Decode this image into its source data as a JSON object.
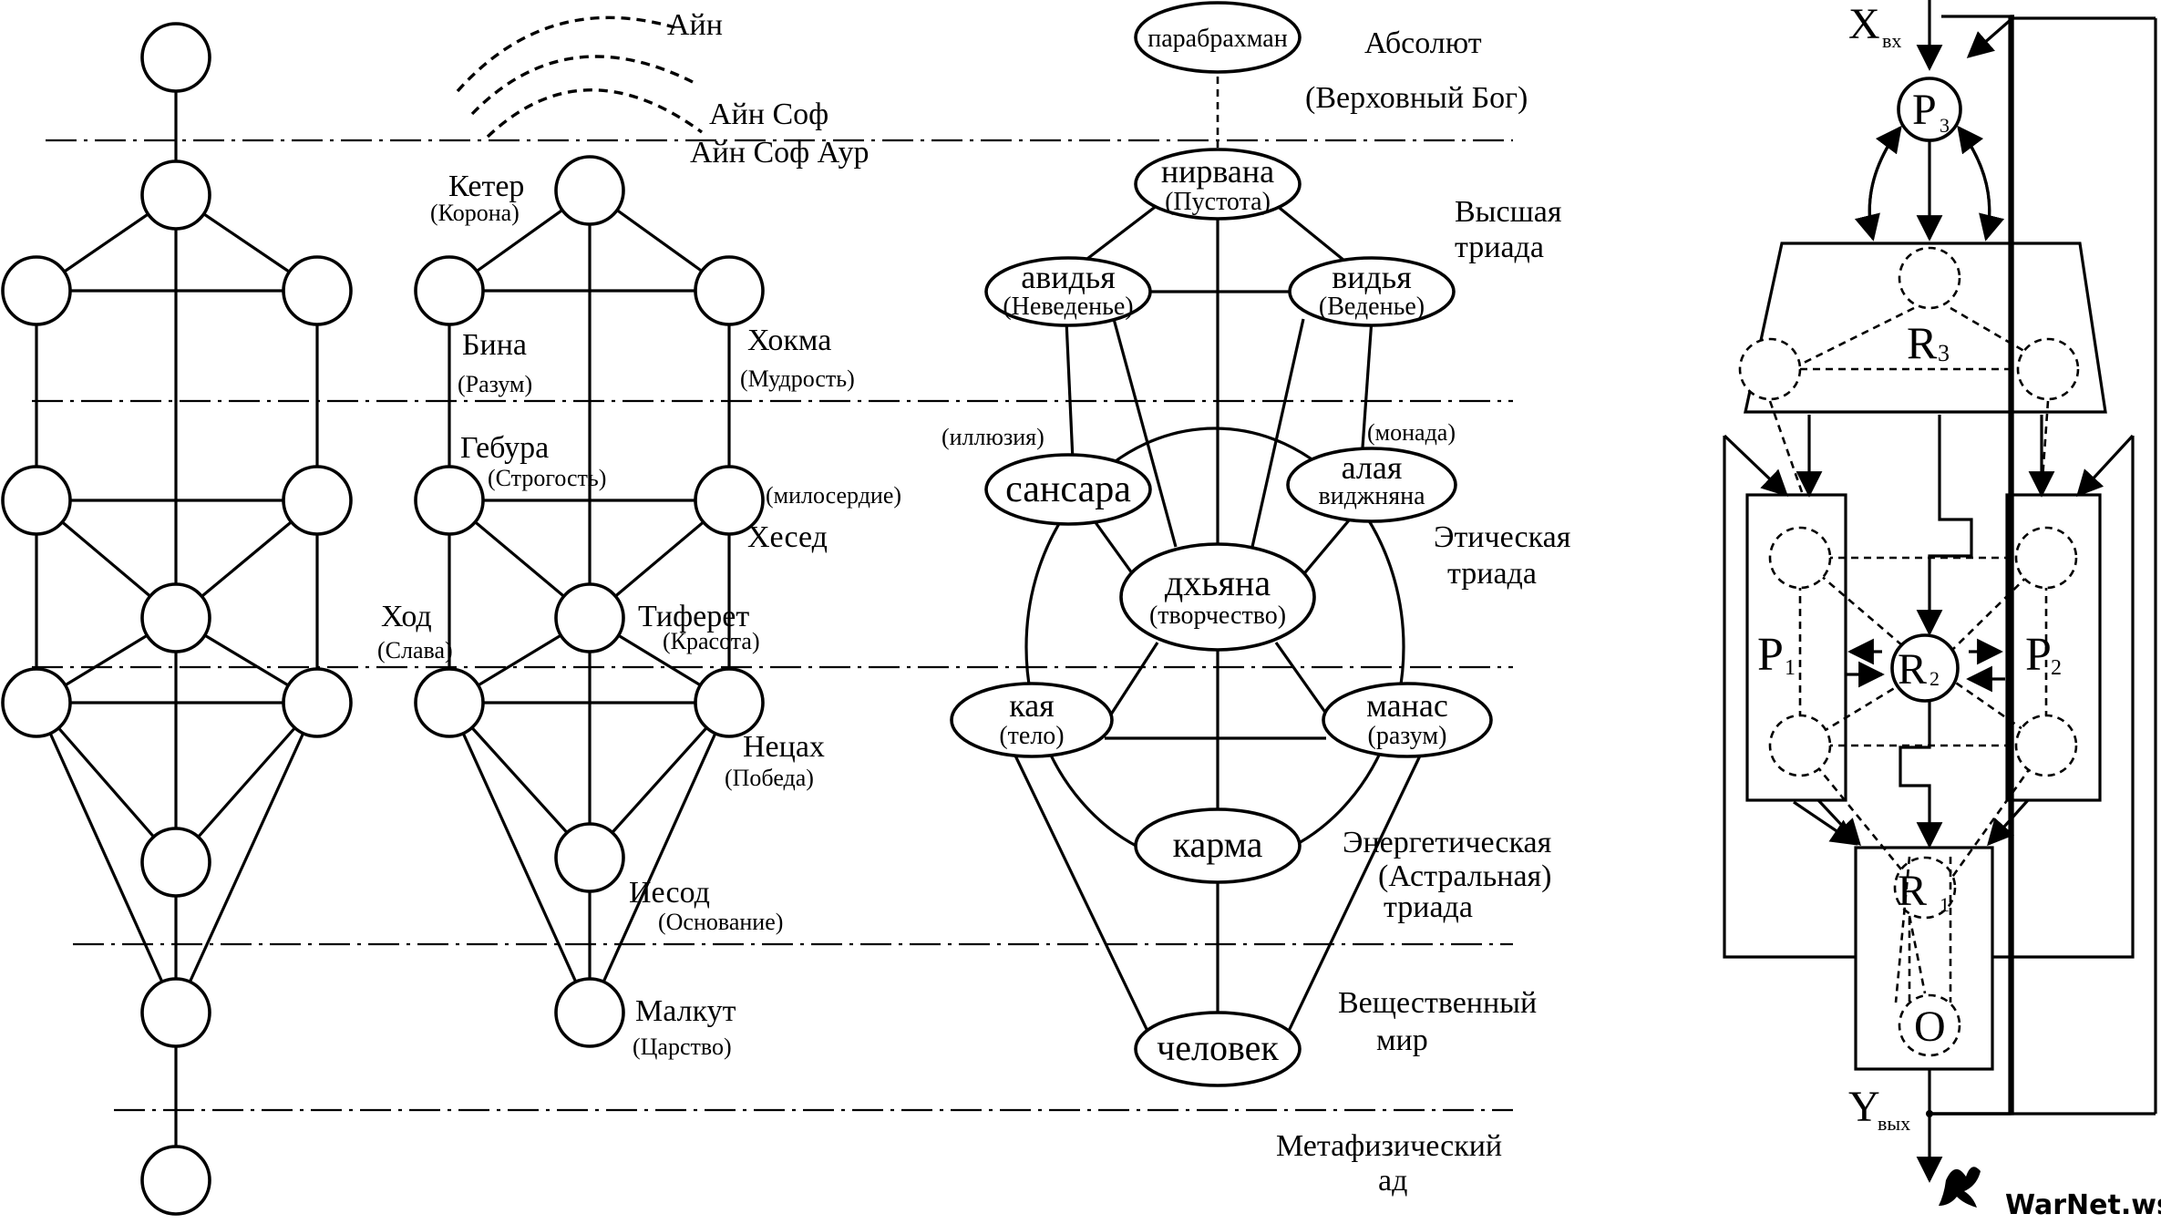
{
  "tree1": {},
  "tree2": {
    "keter": "Кетер",
    "keter_sub": "(Корона)",
    "bina": "Бина",
    "bina_sub": "(Разум)",
    "hokma": "Хокма",
    "hokma_sub": "(Мудрость)",
    "gebura": "Гебура",
    "gebura_sub": "(Строгость)",
    "hesed_sub": "(милосердие)",
    "hesed": "Хесед",
    "hod": "Ход",
    "hod_sub": "(Слава)",
    "tiferet": "Тиферет",
    "tiferet_sub": "(Красота)",
    "netzah": "Нецах",
    "netzah_sub": "(Победа)",
    "iesod": "Иесод",
    "iesod_sub": "(Основание)",
    "malkut": "Малкут",
    "malkut_sub": "(Царство)",
    "ain": "Айн",
    "ain_sof": "Айн Соф",
    "ain_sof_aur": "Айн Соф Аур"
  },
  "tree3": {
    "parabrahman": "парабрахман",
    "nirvana": "нирвана",
    "nirvana_sub": "(Пустота)",
    "avidya": "авидья",
    "avidya_sub": "(Неведенье)",
    "vidya": "видья",
    "vidya_sub": "(Веденье)",
    "illusion": "(иллюзия)",
    "monada": "(монада)",
    "sansara": "сансара",
    "alaya1": "алая",
    "alaya2": "виджняна",
    "dhyana": "дхьяна",
    "dhyana_sub": "(творчество)",
    "kaya": "кая",
    "kaya_sub": "(тело)",
    "manas": "манас",
    "manas_sub": "(разум)",
    "karma": "карма",
    "chelovek": "человек"
  },
  "levels": {
    "absolute": "Абсолют",
    "supreme_god": "(Верховный Бог)",
    "higher1": "Высшая",
    "higher2": "триада",
    "ethic1": "Этическая",
    "ethic2": "триада",
    "energy1": "Энергетическая",
    "energy2": "(Астральная)",
    "energy3": "триада",
    "material1": "Вещественный",
    "material2": "мир",
    "hell1": "Метафизический",
    "hell2": "ад"
  },
  "system": {
    "x_in": "X",
    "x_in_sub": "вх",
    "y_out": "Y",
    "y_out_sub": "вых",
    "p3": "P",
    "p3_sub": "3",
    "r3": "R",
    "r3_sub": "3",
    "p1": "P",
    "p1_sub": "1",
    "p2": "P",
    "p2_sub": "2",
    "r2": "R",
    "r2_sub": "2",
    "r1": "R",
    "r1_sub": "1",
    "o": "O"
  },
  "watermark": "WarNet.ws"
}
